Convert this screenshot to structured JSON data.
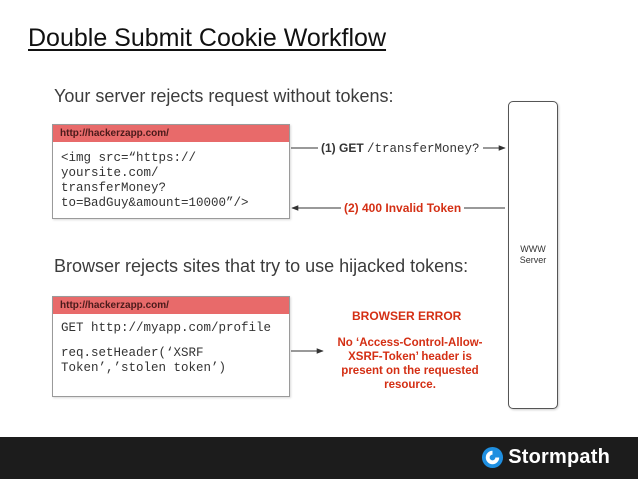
{
  "slide": {
    "title": "Double Submit Cookie Workflow"
  },
  "section1": {
    "heading": "Your server rejects request without tokens:",
    "browser": {
      "url": "http://hackerzapp.com/",
      "code_lines": [
        "<img src=“https://",
        "yoursite.com/",
        "transferMoney?",
        "to=BadGuy&amount=10000”/>"
      ]
    },
    "request_label_prefix": "(1) GET ",
    "request_label_path": "/transferMoney?",
    "response_label": "(2) 400 Invalid Token"
  },
  "section2": {
    "heading": "Browser rejects sites that try to use hijacked tokens:",
    "browser": {
      "url": "http://hackerzapp.com/",
      "code_line1": "GET http://myapp.com/profile",
      "code_line2": "req.setHeader(‘XSRF",
      "code_line3": "Token’,’stolen token’)"
    },
    "error_title": "BROWSER ERROR",
    "error_lines": [
      "No ‘Access-Control-Allow-",
      "XSRF-Token’ header is",
      "present on the requested",
      "resource."
    ]
  },
  "server": {
    "label_line1": "WWW",
    "label_line2": "Server"
  },
  "footer": {
    "brand_name": "Stormpath",
    "brand_icon": "stormpath-logo-icon"
  },
  "colors": {
    "url_bar": "#e86a6a",
    "error_red": "#d42f14",
    "brand_blue": "#1f8fe0",
    "footer_bg": "#1c1c1c"
  }
}
